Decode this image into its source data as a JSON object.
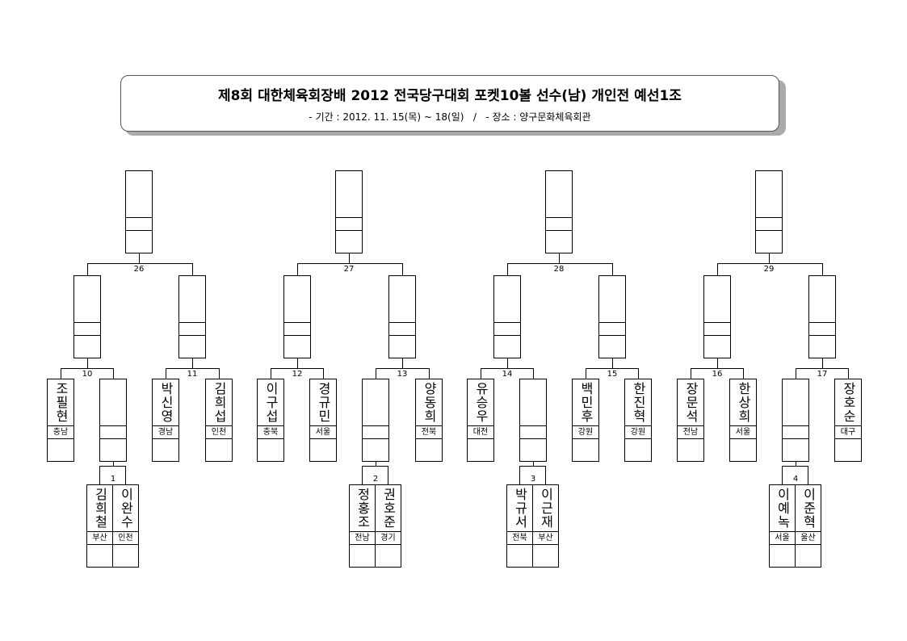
{
  "header": {
    "title": "제8회 대한체육회장배 2012 전국당구대회 포켓10볼 선수(남) 개인전 예선1조",
    "subtitle": "- 기간 : 2012. 11. 15(목) ~ 18(일)   /   - 장소 : 양구문화체육회관"
  },
  "matches": {
    "m1": "1",
    "m2": "2",
    "m3": "3",
    "m4": "4",
    "m10": "10",
    "m11": "11",
    "m12": "12",
    "m13": "13",
    "m14": "14",
    "m15": "15",
    "m16": "16",
    "m17": "17",
    "m26": "26",
    "m27": "27",
    "m28": "28",
    "m29": "29"
  },
  "players": {
    "p1": {
      "name": "조필현",
      "region": "충남"
    },
    "p2": {
      "name": "박신영",
      "region": "경남"
    },
    "p3": {
      "name": "김희섭",
      "region": "인천"
    },
    "p4": {
      "name": "이구섭",
      "region": "충북"
    },
    "p5": {
      "name": "경규민",
      "region": "서울"
    },
    "p6": {
      "name": "양동희",
      "region": "전북"
    },
    "p7": {
      "name": "유승우",
      "region": "대전"
    },
    "p8": {
      "name": "백민후",
      "region": "강원"
    },
    "p9": {
      "name": "한진혁",
      "region": "강원"
    },
    "p10": {
      "name": "장문석",
      "region": "전남"
    },
    "p11": {
      "name": "한상희",
      "region": "서울"
    },
    "p12": {
      "name": "장호순",
      "region": "대구"
    },
    "q1": {
      "name": "김희철",
      "region": "부산"
    },
    "q2": {
      "name": "이완수",
      "region": "인천"
    },
    "q3": {
      "name": "정홍조",
      "region": "전남"
    },
    "q4": {
      "name": "권호준",
      "region": "경기"
    },
    "q5": {
      "name": "박규서",
      "region": "전북"
    },
    "q6": {
      "name": "이근재",
      "region": "부산"
    },
    "q7": {
      "name": "이예녹",
      "region": "서울"
    },
    "q8": {
      "name": "이준혁",
      "region": "울산"
    }
  }
}
